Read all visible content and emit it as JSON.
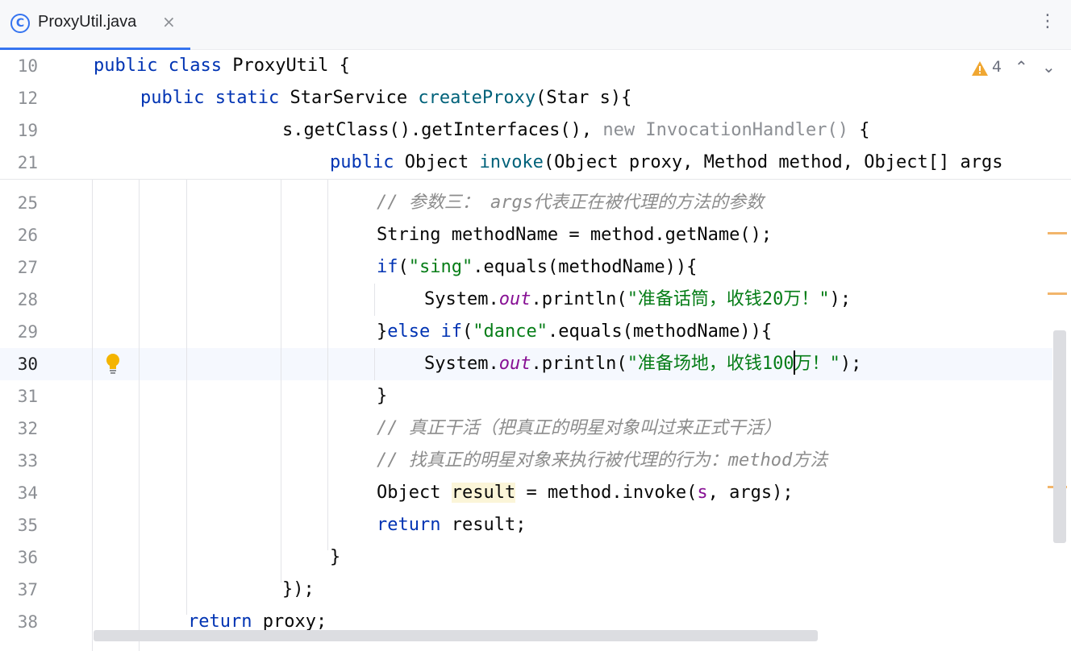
{
  "tab": {
    "icon_letter": "C",
    "title": "ProxyUtil.java",
    "close_glyph": "×"
  },
  "toolbar": {
    "more_glyph": "⋮"
  },
  "inspections": {
    "warning_count": "4",
    "prev_glyph": "⌃",
    "next_glyph": "⌄",
    "icon": "warning-triangle-icon",
    "color": "#f0a732"
  },
  "gutter": {
    "intention_icon": "lightbulb-icon",
    "intention_line": "30"
  },
  "colors": {
    "keyword": "#0033b3",
    "function": "#00627a",
    "string": "#067d17",
    "comment": "#8c8c8c",
    "field": "#871094",
    "accent": "#3574f0",
    "marker": "#f2b56b"
  },
  "sticky_lines": [
    {
      "num": "10",
      "t": [
        "public",
        " ",
        "class",
        " ProxyUtil {"
      ]
    },
    {
      "num": "12",
      "t": [
        "public",
        " ",
        "static",
        " StarService ",
        "createProxy",
        "(Star s){"
      ]
    },
    {
      "num": "19",
      "t": [
        "s.getClass().getInterfaces(), ",
        "new InvocationHandler()",
        " {"
      ]
    },
    {
      "num": "21",
      "t": [
        "public",
        " Object ",
        "invoke",
        "(Object proxy, Method method, Object[] args"
      ]
    }
  ],
  "lines": [
    {
      "num": "25",
      "t": [
        "// 参数三： args代表正在被代理的方法的参数"
      ]
    },
    {
      "num": "26",
      "t": [
        "String methodName = method.getName();"
      ]
    },
    {
      "num": "27",
      "t": [
        "if",
        "(",
        "\"sing\"",
        ".equals(methodName)){"
      ]
    },
    {
      "num": "28",
      "t": [
        "System.",
        "out",
        ".println(",
        "\"准备话筒，收钱20万！\"",
        ");"
      ]
    },
    {
      "num": "29",
      "t": [
        "}",
        "else",
        " ",
        "if",
        "(",
        "\"dance\"",
        ".equals(methodName)){"
      ]
    },
    {
      "num": "30",
      "t": [
        "System.",
        "out",
        ".println(",
        "\"准备场地，收钱100",
        "万！\"",
        ");"
      ]
    },
    {
      "num": "31",
      "t": [
        "}"
      ]
    },
    {
      "num": "32",
      "t": [
        "// 真正干活（把真正的明星对象叫过来正式干活）"
      ]
    },
    {
      "num": "33",
      "t": [
        "// 找真正的明星对象来执行被代理的行为：method方法"
      ]
    },
    {
      "num": "34",
      "t": [
        "Object ",
        "result",
        " = method.invoke(",
        "s",
        ", args);"
      ]
    },
    {
      "num": "35",
      "t": [
        "return",
        " result;"
      ]
    },
    {
      "num": "36",
      "t": [
        "}"
      ]
    },
    {
      "num": "37",
      "t": [
        "});"
      ]
    },
    {
      "num": "38",
      "t": [
        "return",
        " proxy;"
      ]
    }
  ]
}
